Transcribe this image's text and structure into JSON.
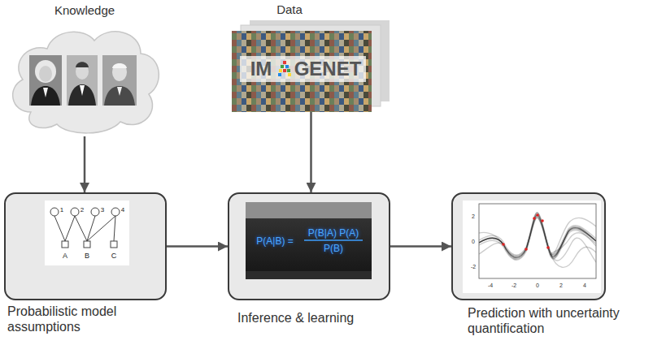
{
  "diagram": {
    "nodes": [
      {
        "text": [
          "Knowledge"
        ]
      },
      {
        "text": [
          "Data"
        ]
      },
      {
        "text": [
          "Probabilistic model assumptions"
        ]
      },
      {
        "text": [
          "Inference & learning"
        ]
      },
      {
        "text": [
          "Prediction with uncertainty quantification"
        ]
      }
    ],
    "edges": [
      {
        "from": 0,
        "to": 2,
        "arrow": "to"
      },
      {
        "from": 1,
        "to": 3,
        "arrow": "to"
      },
      {
        "from": 2,
        "to": 3,
        "arrow": "to"
      },
      {
        "from": 3,
        "to": 4,
        "arrow": "to"
      }
    ],
    "labels": [
      "IM",
      "GENET",
      "1",
      "2",
      "3",
      "4",
      "A",
      "B",
      "C",
      "P(A|B) =",
      "P(B|A) P(A)",
      "P(B)",
      "2",
      "0",
      "-2",
      "-4",
      "-2",
      "0",
      "2",
      "4"
    ]
  }
}
